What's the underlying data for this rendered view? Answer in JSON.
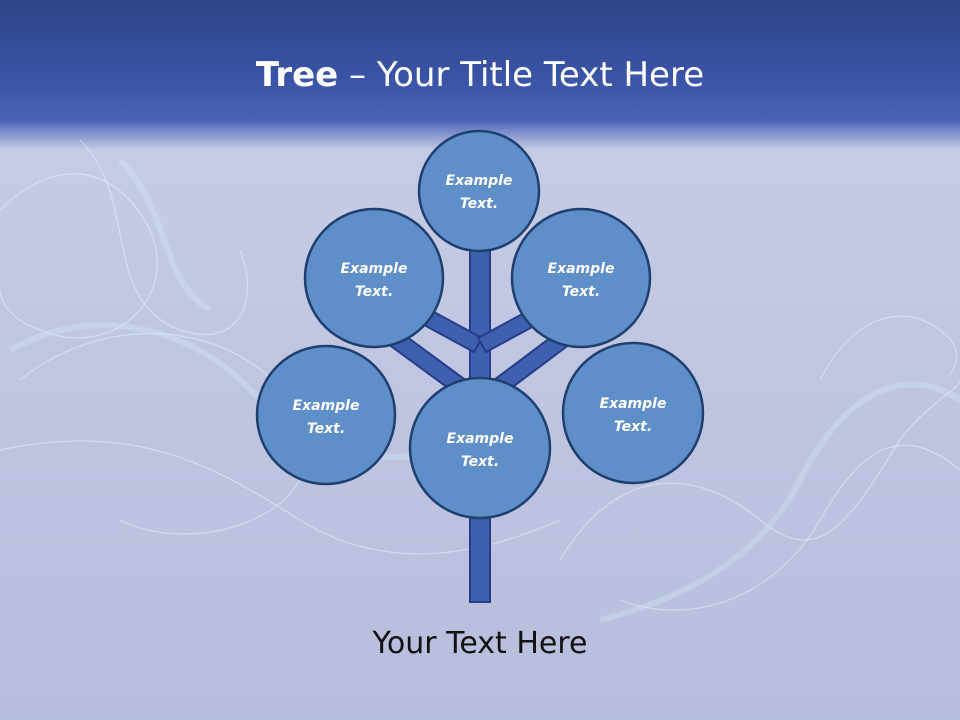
{
  "title": {
    "strong": "Tree",
    "separator": " – ",
    "rest": "Your Title Text Here"
  },
  "nodes": [
    {
      "id": "top",
      "line1": "Example",
      "line2": "Text."
    },
    {
      "id": "upper-left",
      "line1": "Example",
      "line2": "Text."
    },
    {
      "id": "upper-right",
      "line1": "Example",
      "line2": "Text."
    },
    {
      "id": "lower-left",
      "line1": "Example",
      "line2": "Text."
    },
    {
      "id": "lower-right",
      "line1": "Example",
      "line2": "Text."
    },
    {
      "id": "center",
      "line1": "Example",
      "line2": "Text."
    }
  ],
  "footer": "Your Text Here",
  "colors": {
    "header": "#3a55a8",
    "node_fill": "#5f8fc8",
    "node_stroke": "#1f3f6e",
    "branch_fill": "#3f5fb0",
    "branch_stroke": "#253d85"
  }
}
